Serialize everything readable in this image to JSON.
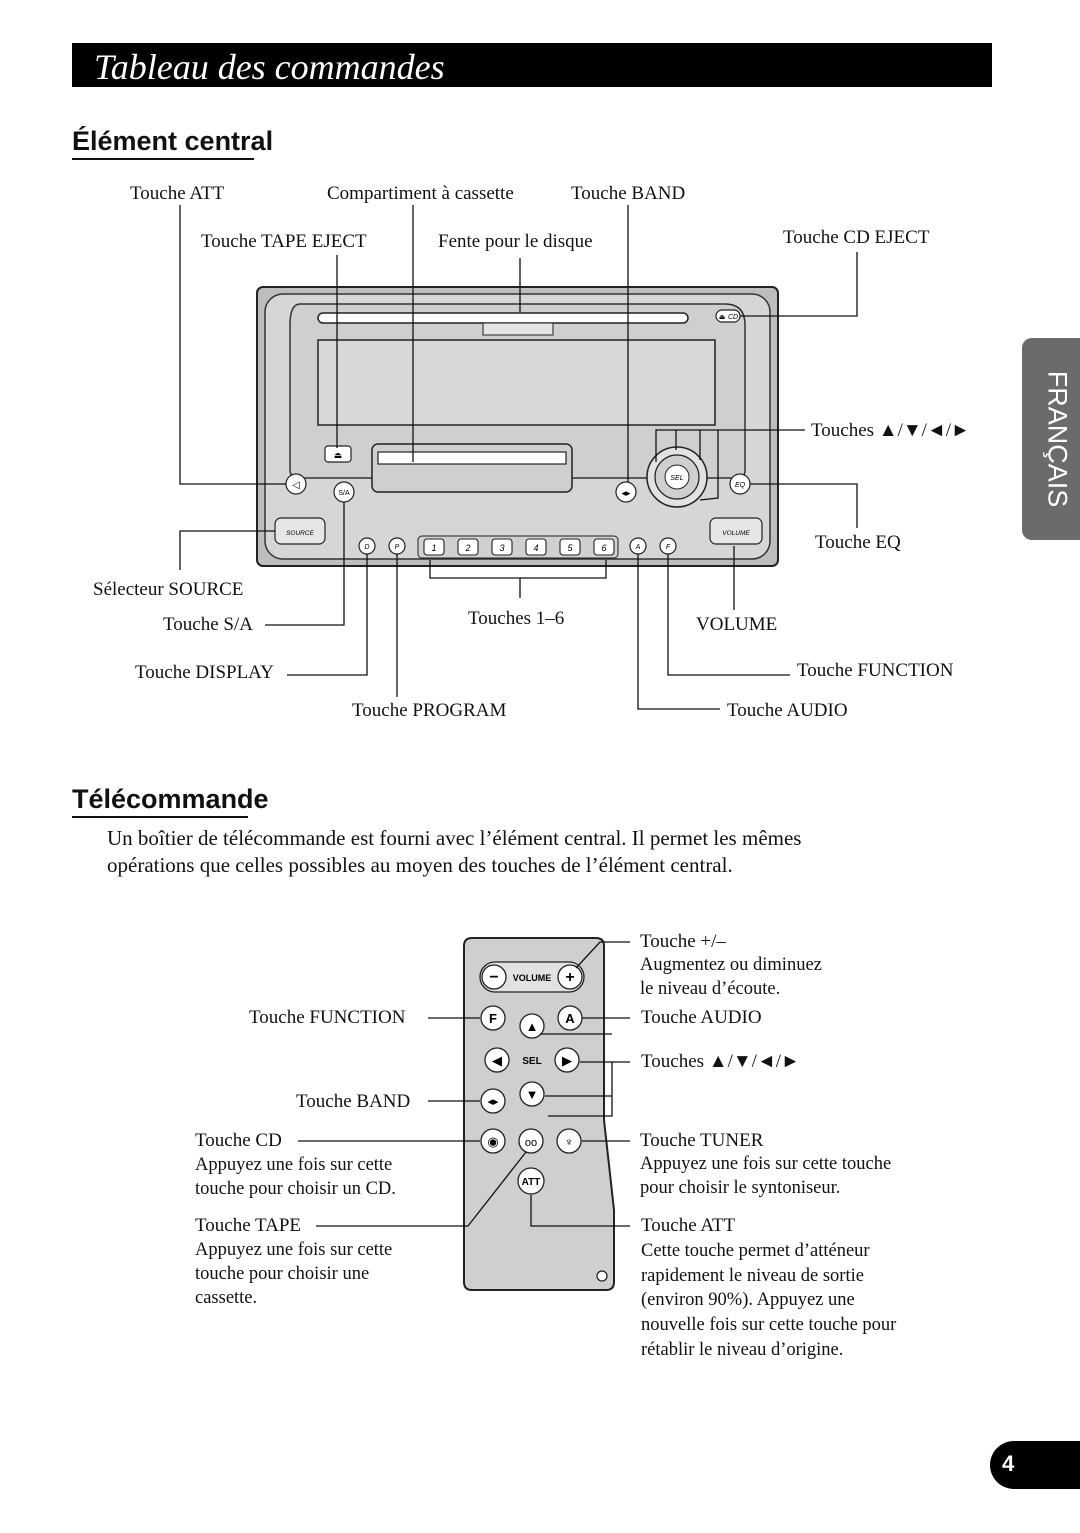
{
  "title": "Tableau des commandes",
  "language_tab": "FRANÇAIS",
  "page_number": "4",
  "head_unit": {
    "heading": "Élément central",
    "labels": {
      "att": "Touche ATT",
      "cassette": "Compartiment à cassette",
      "band": "Touche BAND",
      "tape_eject": "Touche TAPE EJECT",
      "disc_slot": "Fente pour le disque",
      "cd_eject": "Touche CD EJECT",
      "arrows": "Touches ▲/▼/◄/►",
      "eq": "Touche EQ",
      "source": "Sélecteur SOURCE",
      "sa": "Touche S/A",
      "presets": "Touches 1–6",
      "volume": "VOLUME",
      "display": "Touche DISPLAY",
      "function": "Touche FUNCTION",
      "program": "Touche PROGRAM",
      "audio": "Touche AUDIO"
    },
    "device_text": {
      "source": "SOURCE",
      "volume": "VOLUME",
      "sel": "SEL",
      "eq": "EQ",
      "sa": "S/A",
      "cd": "CD",
      "d": "D",
      "p": "P",
      "a": "A",
      "f": "F",
      "presets": [
        "1",
        "2",
        "3",
        "4",
        "5",
        "6"
      ]
    }
  },
  "remote": {
    "heading": "Télécommande",
    "intro_line1": "Un boîtier de télécommande est fourni avec l’élément central. Il permet les mêmes",
    "intro_line2": "opérations que celles possibles au moyen des touches de l’élément central.",
    "labels": {
      "plusminus": "Touche +/–",
      "plusminus_desc": [
        "Augmentez ou diminuez",
        "le niveau d’écoute."
      ],
      "function": "Touche FUNCTION",
      "audio": "Touche AUDIO",
      "arrows": "Touches ▲/▼/◄/►",
      "band": "Touche BAND",
      "cd": "Touche CD",
      "cd_desc": [
        "Appuyez une fois sur cette",
        "touche pour choisir un CD."
      ],
      "tuner": "Touche TUNER",
      "tuner_desc": [
        "Appuyez une fois sur cette touche",
        "pour choisir le syntoniseur."
      ],
      "tape": "Touche TAPE",
      "tape_desc": [
        "Appuyez une fois sur cette",
        "touche pour choisir une",
        "cassette."
      ],
      "att": "Touche ATT",
      "att_desc": [
        "Cette touche permet d’atténeur",
        "rapidement le niveau de sortie",
        "(environ 90%). Appuyez une",
        "nouvelle fois sur cette touche pour",
        "rétablir le niveau d’origine."
      ]
    },
    "device_text": {
      "volume": "VOLUME",
      "sel": "SEL",
      "f": "F",
      "a": "A",
      "att": "ATT"
    }
  }
}
